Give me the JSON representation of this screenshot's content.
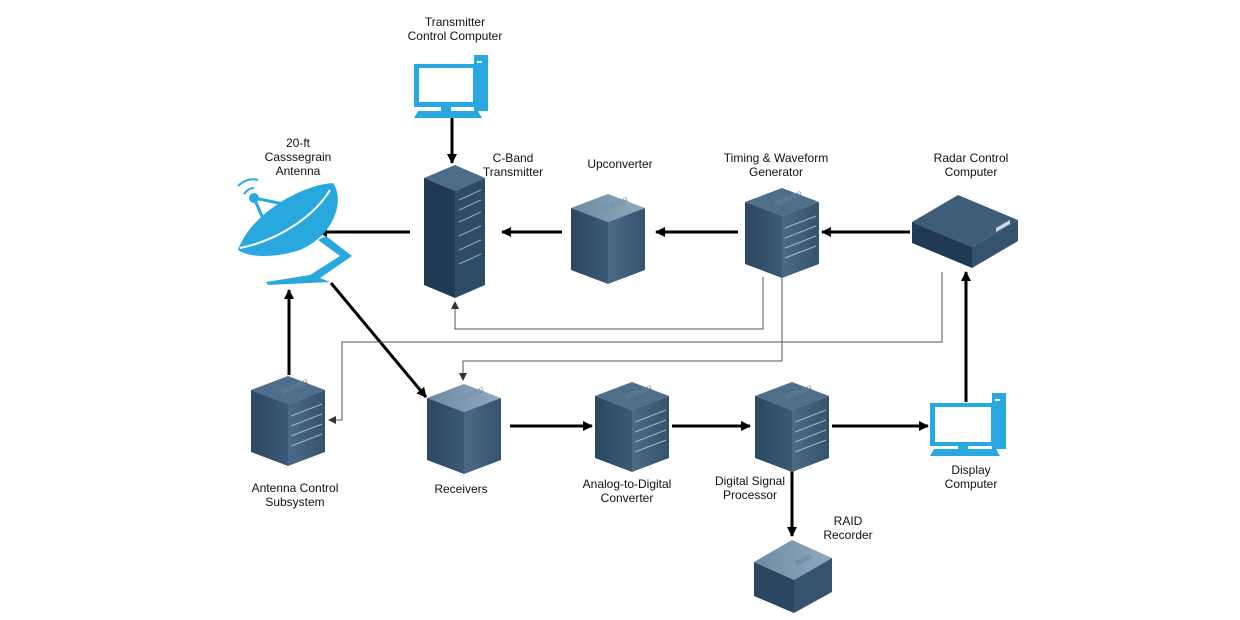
{
  "diagram": {
    "nodes": {
      "transmitter_control_computer": {
        "label": "Transmitter\nControl Computer",
        "icon": "desktop-computer-icon"
      },
      "antenna": {
        "label": "20-ft\nCasssegrain\nAntenna",
        "icon": "satellite-dish-icon"
      },
      "c_band_transmitter": {
        "label": "C-Band\nTransmitter",
        "icon": "server-rack-icon"
      },
      "upconverter": {
        "label": "Upconverter",
        "icon": "server-icon"
      },
      "timing_waveform_generator": {
        "label": "Timing & Waveform\nGenerator",
        "icon": "server-icon"
      },
      "radar_control_computer": {
        "label": "Radar Control\nComputer",
        "icon": "flat-server-icon"
      },
      "antenna_control_subsystem": {
        "label": "Antenna Control\nSubsystem",
        "icon": "server-icon"
      },
      "receivers": {
        "label": "Receivers",
        "icon": "server-icon"
      },
      "adc": {
        "label": "Analog-to-Digital\nConverter",
        "icon": "server-icon"
      },
      "dsp": {
        "label": "Digital Signal\nProcessor",
        "icon": "server-icon"
      },
      "display_computer": {
        "label": "Display\nComputer",
        "icon": "desktop-computer-icon"
      },
      "raid_recorder": {
        "label": "RAID\nRecorder",
        "icon": "raid-storage-icon"
      }
    },
    "device_text": {
      "server": "SERVER",
      "raid": "RAID"
    },
    "colors": {
      "accent_blue": "#29a8e0",
      "server_dark": "#2e4a63",
      "server_mid": "#3d5d78",
      "server_light": "#8fa9bd",
      "arrow": "#000000",
      "thin_line": "#555555"
    },
    "connections": [
      {
        "from": "transmitter_control_computer",
        "to": "c_band_transmitter",
        "style": "thick"
      },
      {
        "from": "c_band_transmitter",
        "to": "antenna",
        "style": "thick"
      },
      {
        "from": "upconverter",
        "to": "c_band_transmitter",
        "style": "thick"
      },
      {
        "from": "timing_waveform_generator",
        "to": "upconverter",
        "style": "thick"
      },
      {
        "from": "radar_control_computer",
        "to": "timing_waveform_generator",
        "style": "thick"
      },
      {
        "from": "antenna_control_subsystem",
        "to": "antenna",
        "style": "thick"
      },
      {
        "from": "antenna",
        "to": "receivers",
        "style": "thick"
      },
      {
        "from": "receivers",
        "to": "adc",
        "style": "thick"
      },
      {
        "from": "adc",
        "to": "dsp",
        "style": "thick"
      },
      {
        "from": "dsp",
        "to": "display_computer",
        "style": "thick"
      },
      {
        "from": "dsp",
        "to": "raid_recorder",
        "style": "thick"
      },
      {
        "from": "display_computer",
        "to": "radar_control_computer",
        "style": "thick"
      },
      {
        "from": "timing_waveform_generator",
        "to": "c_band_transmitter",
        "style": "thin"
      },
      {
        "from": "timing_waveform_generator",
        "to": "receivers",
        "style": "thin"
      },
      {
        "from": "radar_control_computer",
        "to": "antenna_control_subsystem",
        "style": "thin"
      }
    ]
  }
}
